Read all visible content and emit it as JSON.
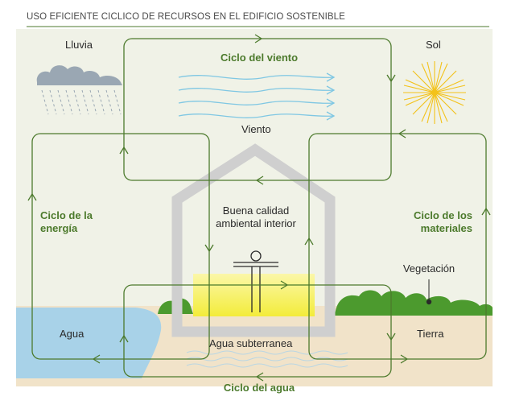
{
  "title": "USO EFICIENTE CICLICO DE RECURSOS EN EL EDIFICIO SOSTENIBLE",
  "labels": {
    "rain": "Lluvia",
    "sun": "Sol",
    "wind": "Viento",
    "indoor_1": "Buena calidad",
    "indoor_2": "ambiental interior",
    "vegetation": "Vegetación",
    "water": "Agua",
    "groundwater": "Agua subterranea",
    "earth": "Tierra"
  },
  "cycles": {
    "wind": "Ciclo del viento",
    "energy_1": "Ciclo de la",
    "energy_2": "energía",
    "materials_1": "Ciclo de los",
    "materials_2": "materiales",
    "water": "Ciclo del agua"
  },
  "icons": [
    "rain-cloud-icon",
    "sun-icon",
    "wind-lines-icon",
    "house-icon",
    "person-icon",
    "vegetation-icon",
    "water-waves-icon"
  ],
  "colors": {
    "cycle_line": "#4c7a2c",
    "sky": "#f0f2e7",
    "ground": "#f1e3c9",
    "water": "#a8d2e8",
    "vegetation": "#4c9a2e",
    "house": "#cfcfcf",
    "sun": "#f3c21a",
    "wind": "#7fc7e3",
    "rain": "#9aa7b3"
  }
}
